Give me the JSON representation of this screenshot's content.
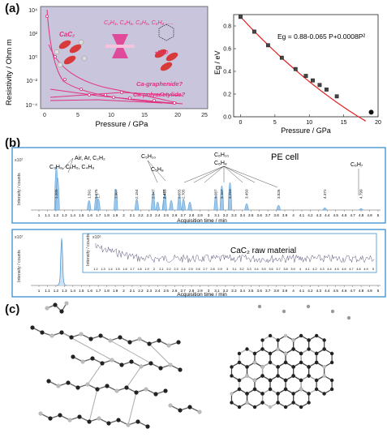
{
  "panels": {
    "a": "(a)",
    "b": "(b)",
    "c": "(c)"
  },
  "panel_a_left": {
    "ylabel": "Resistivity / Ohm m",
    "xlabel": "Pressure / GPa",
    "yticks": [
      "10⁴",
      "10²",
      "10⁰",
      "10⁻²",
      "10⁻⁴"
    ],
    "xticks": [
      "0",
      "5",
      "10",
      "15",
      "20",
      "25"
    ],
    "annot_products": "C₂H₄, C₄H₆, C₂H₆, C₆H₈ .....",
    "annot_cac2": "CaC₂",
    "annot_h2o": "+H₂O",
    "annot_q1": "Ca-graphenide?",
    "annot_q2": "Ca-polyacetylide?",
    "colors": {
      "bg": "#c8c4dc",
      "accent": "#e3307e"
    }
  },
  "panel_a_right": {
    "ylabel": "Eg / eV",
    "xlabel": "Pressure / GPa",
    "equation": "Eg = 0.88-0.065 P+0.0008P²",
    "xticks": [
      "0",
      "5",
      "10",
      "15",
      "20"
    ],
    "yticks": [
      "0.0",
      "0.2",
      "0.4",
      "0.6",
      "0.8"
    ],
    "fit_color": "#e02020"
  },
  "panel_b_top": {
    "title": "PE cell",
    "ylabel": "Intensity / counts",
    "xlabel": "Acquisition time / min",
    "scale": "x10⁷",
    "labels": [
      "Air, Ar, C₂H₂",
      "C₃H₈, C₄H₆, C₄H₈",
      "C₅H₁₀",
      "C₅H₈",
      "C₆H₁₀",
      "C₆H₈",
      "C₆H₇"
    ],
    "peak_times": [
      "1.205",
      "1.591",
      "1.676",
      "1.7",
      "1.907",
      "2.154",
      "2.347",
      "2.485",
      "2.477",
      "2.655",
      "2.705",
      "3.087",
      "3.157",
      "3.253",
      "3.450",
      "3.826",
      "4.372",
      "4.799"
    ],
    "color": "#3a8ed0"
  },
  "panel_b_bottom": {
    "title": "CaC₂ raw material",
    "ylabel": "Intensity / counts",
    "xlabel": "Acquisition time / min",
    "scale": "x10⁷",
    "inset_ylabel": "Intensity / counts",
    "inset_scale": "x10⁵",
    "color": "#3a8ed0"
  },
  "xaxis_ticks": [
    "1",
    "1.1",
    "1.2",
    "1.3",
    "1.4",
    "1.5",
    "1.6",
    "1.7",
    "1.8",
    "1.9",
    "2",
    "2.1",
    "2.2",
    "2.3",
    "2.4",
    "2.5",
    "2.6",
    "2.7",
    "2.8",
    "2.9",
    "3",
    "3.1",
    "3.2",
    "3.3",
    "3.4",
    "3.5",
    "3.6",
    "3.7",
    "3.8",
    "3.9",
    "4",
    "4.1",
    "4.2",
    "4.3",
    "4.4",
    "4.5",
    "4.6",
    "4.7",
    "4.8",
    "4.9",
    "5"
  ],
  "chart_data": [
    {
      "type": "scatter",
      "title": "",
      "xlabel": "Pressure / GPa",
      "ylabel": "Eg / eV",
      "xlim": [
        -1,
        20
      ],
      "ylim": [
        0,
        0.9
      ],
      "x": [
        0,
        2,
        4,
        6,
        8,
        9.5,
        10.5,
        11.5,
        12.5,
        14,
        19
      ],
      "y": [
        0.88,
        0.75,
        0.63,
        0.52,
        0.42,
        0.36,
        0.32,
        0.28,
        0.24,
        0.18,
        0.04
      ],
      "fit": "0.88-0.065 P+0.0008P²"
    }
  ]
}
